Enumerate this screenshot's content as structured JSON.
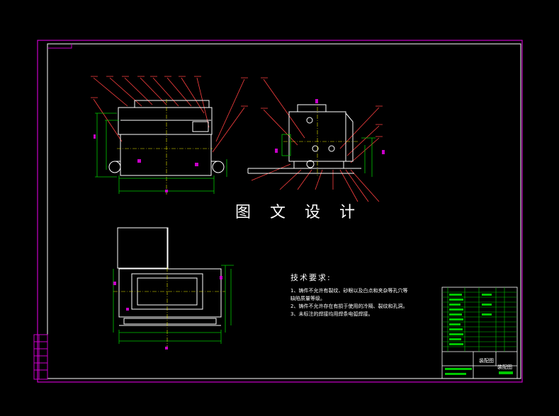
{
  "watermark_text": "图 文 设 计",
  "technical_requirements": {
    "title": "技术要求:",
    "items": [
      "1、铸件不允许有裂纹、砂眼以及白点和夹杂等孔穴等",
      "缺陷质量等级。",
      "2、铸件不允许存在有损于使用的冷隔、裂纹和孔洞。",
      "3、未标注的焊接均用焊条电弧焊接。"
    ]
  },
  "title_block": {
    "drawing_name": "装配图",
    "drawing_name_2": "装配图"
  },
  "colors": {
    "frame": "#c800c8",
    "drawing": "#ffffff",
    "dimension": "#00c800",
    "leader": "#ff4040",
    "center": "#e8e800"
  }
}
